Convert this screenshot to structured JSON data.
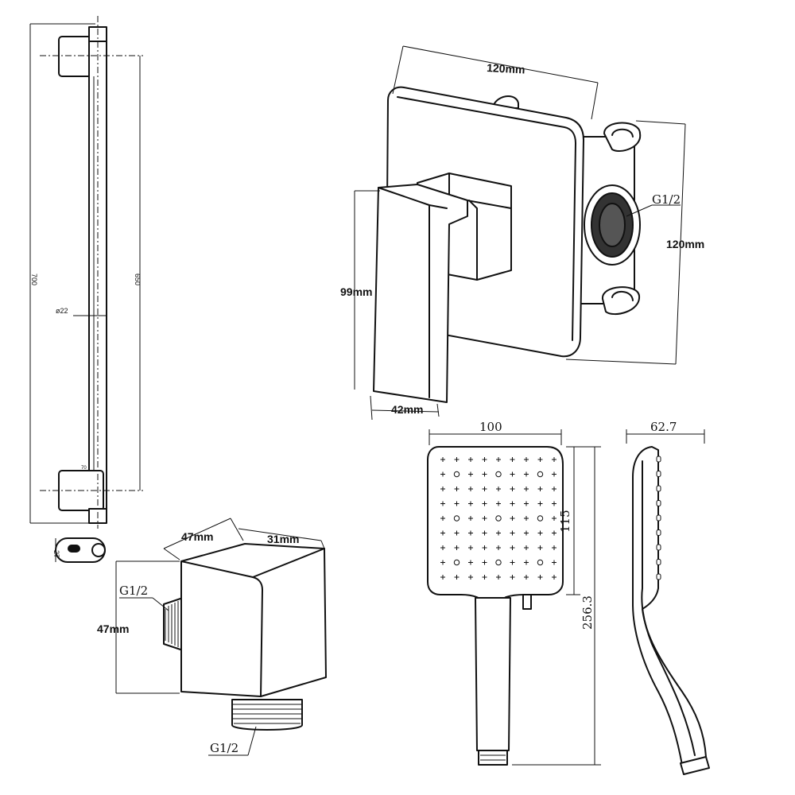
{
  "slide_bar": {
    "dim_total_length": "700",
    "dim_bracket_spacing": "650",
    "dim_diameter": "ø22",
    "dim_bracket_small": "70",
    "dim_clip_width": "27"
  },
  "mixer_valve": {
    "dim_plate_width": "120mm",
    "dim_plate_height": "120mm",
    "dim_handle_height": "99mm",
    "dim_handle_width": "42mm",
    "thread_label": "G1/2"
  },
  "wall_outlet": {
    "dim_depth": "47mm",
    "dim_width": "31mm",
    "dim_height": "47mm",
    "thread_side": "G1/2",
    "thread_bottom": "G1/2"
  },
  "hand_shower": {
    "dim_head_width": "100",
    "dim_head_height": "115",
    "dim_total_length": "256.3",
    "dim_side_depth": "62.7"
  }
}
